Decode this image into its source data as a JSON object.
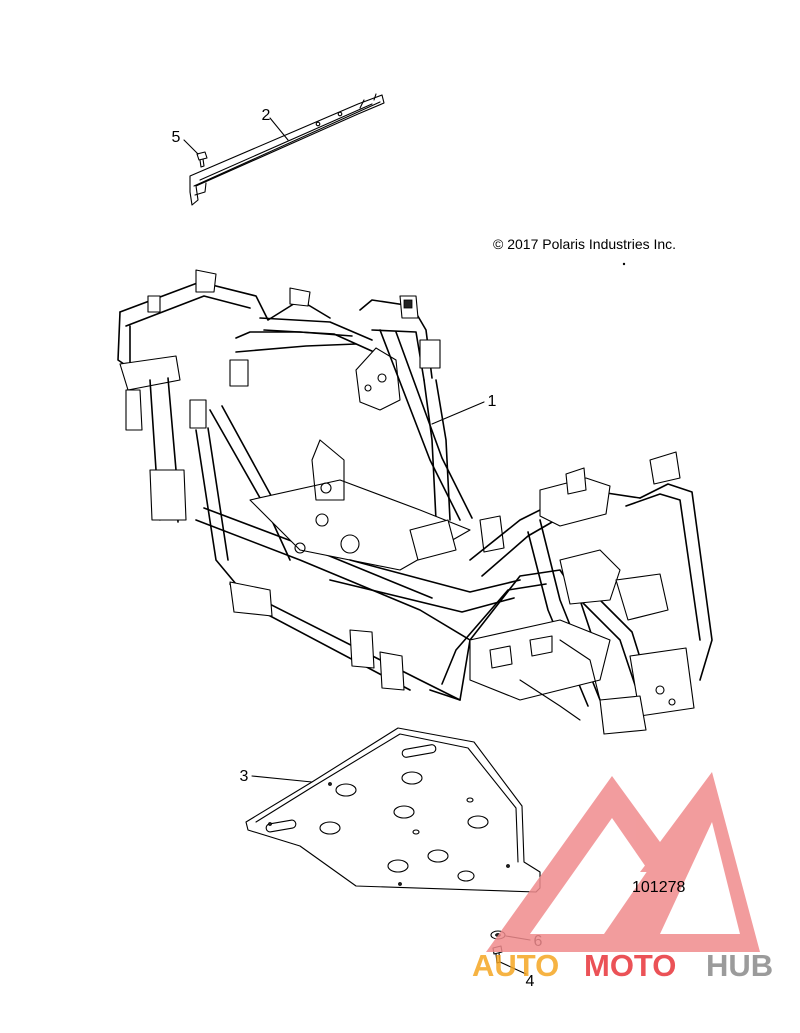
{
  "copyright": "© 2017 Polaris Industries Inc.",
  "diagram_number": "101278",
  "callouts": [
    {
      "id": "c1",
      "label": "1"
    },
    {
      "id": "c2",
      "label": "2"
    },
    {
      "id": "c3",
      "label": "3"
    },
    {
      "id": "c4",
      "label": "4"
    },
    {
      "id": "c5",
      "label": "5"
    },
    {
      "id": "c6",
      "label": "6"
    }
  ],
  "watermark": {
    "brand_part1": "AUTO",
    "brand_part2": "MOTO",
    "brand_part3": "HUB",
    "colors": {
      "red": "#e8343a",
      "orange": "#f5a623",
      "gray": "#8a8a8a"
    }
  }
}
